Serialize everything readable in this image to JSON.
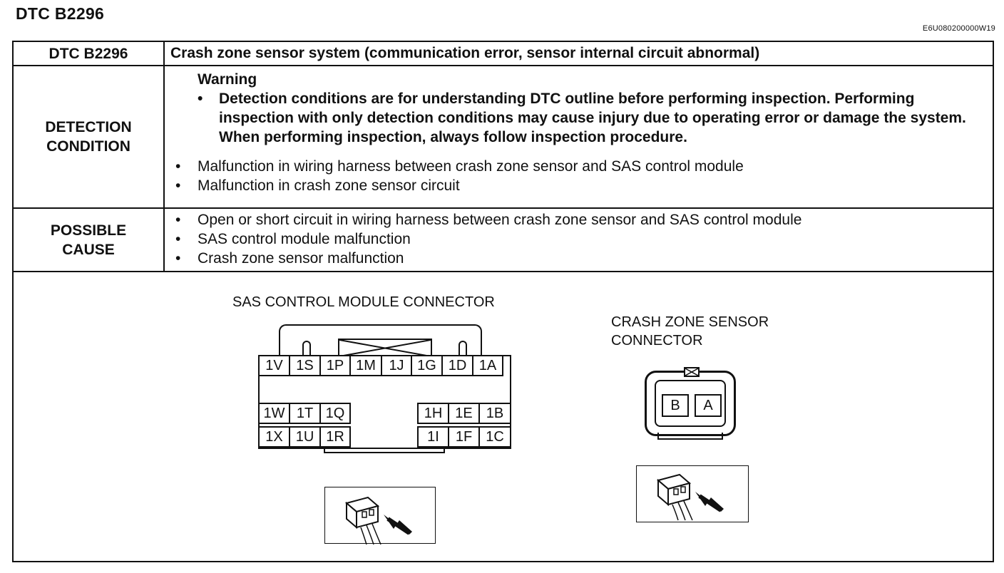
{
  "page": {
    "title": "DTC B2296",
    "code": "E6U080200000W19"
  },
  "table": {
    "row1": {
      "label": "DTC B2296",
      "value": "Crash zone sensor system (communication error, sensor internal circuit abnormal)"
    },
    "row2": {
      "label": "DETECTION CONDITION",
      "warning_title": "Warning",
      "warning_text": "Detection conditions are for understanding DTC outline before performing inspection. Performing inspection with only detection conditions may cause injury due to operating error or damage the system. When performing inspection, always follow inspection procedure.",
      "items": [
        "Malfunction in wiring harness between crash zone sensor and SAS control module",
        "Malfunction in crash zone sensor circuit"
      ]
    },
    "row3": {
      "label": "POSSIBLE CAUSE",
      "items": [
        "Open or short circuit in wiring harness between crash zone sensor and SAS control module",
        "SAS control module malfunction",
        "Crash zone sensor malfunction"
      ]
    }
  },
  "bullet": "•",
  "diagram": {
    "sas": {
      "title": "SAS CONTROL MODULE CONNECTOR",
      "top_row": [
        "1V",
        "1S",
        "1P",
        "1M",
        "1J",
        "1G",
        "1D",
        "1A"
      ],
      "left_upper": [
        "1W",
        "1T",
        "1Q"
      ],
      "left_lower": [
        "1X",
        "1U",
        "1R"
      ],
      "right_upper": [
        "1H",
        "1E",
        "1B"
      ],
      "right_lower": [
        "1I",
        "1F",
        "1C"
      ]
    },
    "crash": {
      "title_line1": "CRASH ZONE SENSOR",
      "title_line2": "CONNECTOR",
      "pins": [
        "B",
        "A"
      ]
    }
  }
}
